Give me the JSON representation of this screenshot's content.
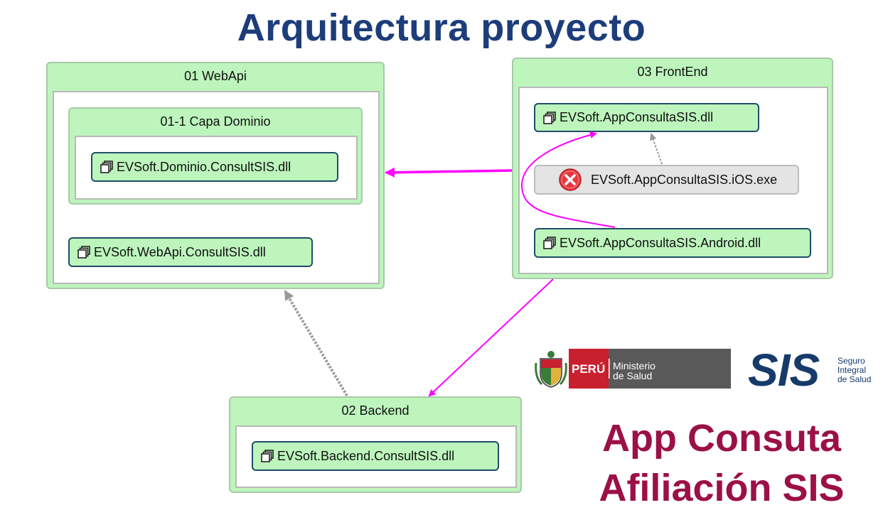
{
  "title": "Arquitectura proyecto",
  "groups": {
    "webapi": {
      "label": "01 WebApi"
    },
    "dominio": {
      "label": "01-1 Capa Dominio"
    },
    "frontend": {
      "label": "03 FrontEnd"
    },
    "backend": {
      "label": "02 Backend"
    }
  },
  "nodes": {
    "dominio_dll": {
      "label": "EVSoft.Dominio.ConsultSIS.dll",
      "icon": "assembly-icon"
    },
    "webapi_dll": {
      "label": "EVSoft.WebApi.ConsultSIS.dll",
      "icon": "assembly-icon"
    },
    "app_dll": {
      "label": "EVSoft.AppConsultaSIS.dll",
      "icon": "assembly-icon"
    },
    "ios_exe": {
      "label": "EVSoft.AppConsultaSIS.iOS.exe",
      "icon": "error-icon"
    },
    "android_dll": {
      "label": "EVSoft.AppConsultaSIS.Android.dll",
      "icon": "assembly-icon"
    },
    "backend_dll": {
      "label": "EVSoft.Backend.ConsultSIS.dll",
      "icon": "assembly-icon"
    }
  },
  "logos": {
    "peru": {
      "country": "PERÚ",
      "ministry_line1": "Ministerio",
      "ministry_line2": "de Salud"
    },
    "sis": {
      "name": "SIS",
      "line1": "Seguro",
      "line2": "Integral",
      "line3": "de Salud"
    }
  },
  "app_title": {
    "line1": "App Consuta",
    "line2": "Afiliación SIS"
  },
  "colors": {
    "title": "#1d3d7a",
    "group_fill": "#bdf5bd",
    "arrow_magenta": "#ff00ff",
    "arrow_gray": "#9a9a9a",
    "app_title": "#9b1046",
    "peru_red": "#c8202f",
    "minsa_gray": "#595959",
    "sis_blue": "#163b6b"
  }
}
